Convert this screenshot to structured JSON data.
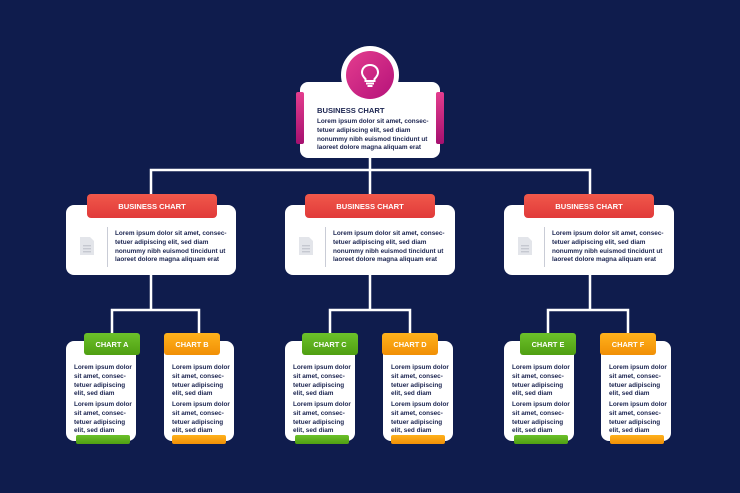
{
  "colors": {
    "background": "#0f1c4d",
    "connector": "#ffffff",
    "root_accent": "#d42a86",
    "mid_header": "#e8453f",
    "green": "#5aad1a",
    "orange": "#f8a010",
    "text": "#1b2450"
  },
  "icons": {
    "root": "lightbulb-icon",
    "mid": "document-icon"
  },
  "root": {
    "title": "BUSINESS CHART",
    "lines": [
      "Lorem ipsum dolor sit amet, consec-",
      "tetuer adipiscing elit, sed diam",
      "nonummy nibh euismod tincidunt ut",
      "laoreet dolore magna aliquam erat"
    ]
  },
  "mid": [
    {
      "title": "BUSINESS CHART",
      "lines": [
        "Lorem ipsum dolor sit amet, consec-",
        "tetuer adipiscing elit, sed diam",
        "nonummy nibh euismod tincidunt ut",
        "laoreet dolore magna aliquam erat"
      ]
    },
    {
      "title": "BUSINESS CHART",
      "lines": [
        "Lorem ipsum dolor sit amet, consec-",
        "tetuer adipiscing elit, sed diam",
        "nonummy nibh euismod tincidunt ut",
        "laoreet dolore magna aliquam erat"
      ]
    },
    {
      "title": "BUSINESS CHART",
      "lines": [
        "Lorem ipsum dolor sit amet, consec-",
        "tetuer adipiscing elit, sed diam",
        "nonummy nibh euismod tincidunt ut",
        "laoreet dolore magna aliquam erat"
      ]
    }
  ],
  "leaves": [
    {
      "title": "CHART A",
      "color": "green",
      "lines1": [
        "Lorem ipsum dolor",
        "sit amet, consec-",
        "tetuer adipiscing",
        "elit, sed diam"
      ],
      "lines2": [
        "Lorem ipsum dolor",
        "sit amet, consec-",
        "tetuer adipiscing",
        "elit, sed diam"
      ]
    },
    {
      "title": "CHART B",
      "color": "orange",
      "lines1": [
        "Lorem ipsum dolor",
        "sit amet, consec-",
        "tetuer adipiscing",
        "elit, sed diam"
      ],
      "lines2": [
        "Lorem ipsum dolor",
        "sit amet, consec-",
        "tetuer adipiscing",
        "elit, sed diam"
      ]
    },
    {
      "title": "CHART C",
      "color": "green",
      "lines1": [
        "Lorem ipsum dolor",
        "sit amet, consec-",
        "tetuer adipiscing",
        "elit, sed diam"
      ],
      "lines2": [
        "Lorem ipsum dolor",
        "sit amet, consec-",
        "tetuer adipiscing",
        "elit, sed diam"
      ]
    },
    {
      "title": "CHART D",
      "color": "orange",
      "lines1": [
        "Lorem ipsum dolor",
        "sit amet, consec-",
        "tetuer adipiscing",
        "elit, sed diam"
      ],
      "lines2": [
        "Lorem ipsum dolor",
        "sit amet, consec-",
        "tetuer adipiscing",
        "elit, sed diam"
      ]
    },
    {
      "title": "CHART E",
      "color": "green",
      "lines1": [
        "Lorem ipsum dolor",
        "sit amet, consec-",
        "tetuer adipiscing",
        "elit, sed diam"
      ],
      "lines2": [
        "Lorem ipsum dolor",
        "sit amet, consec-",
        "tetuer adipiscing",
        "elit, sed diam"
      ]
    },
    {
      "title": "CHART F",
      "color": "orange",
      "lines1": [
        "Lorem ipsum dolor",
        "sit amet, consec-",
        "tetuer adipiscing",
        "elit, sed diam"
      ],
      "lines2": [
        "Lorem ipsum dolor",
        "sit amet, consec-",
        "tetuer adipiscing",
        "elit, sed diam"
      ]
    }
  ]
}
